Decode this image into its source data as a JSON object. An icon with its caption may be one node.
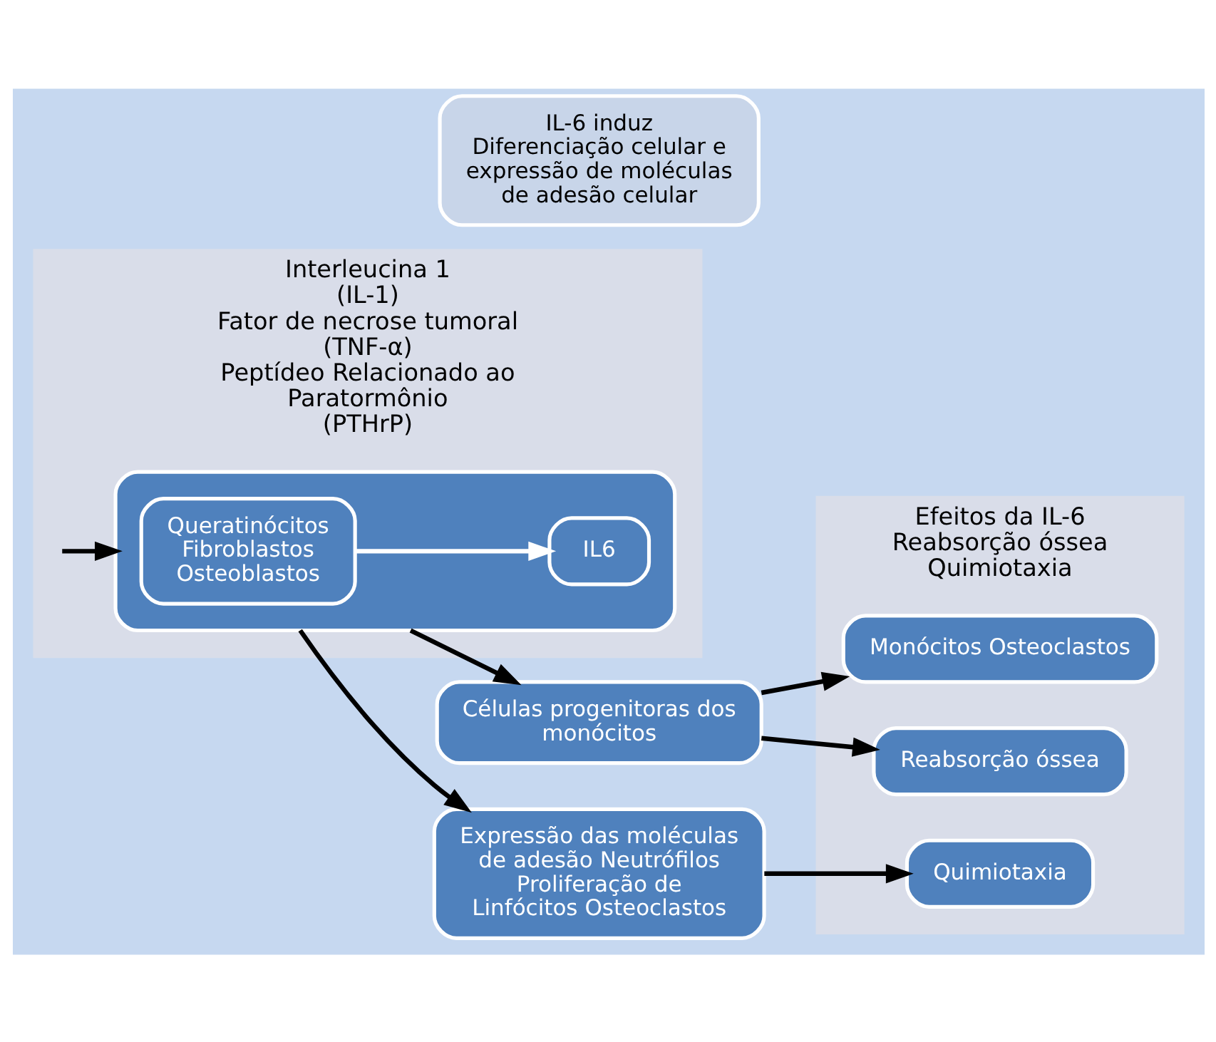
{
  "diagram": {
    "nodes": [
      {
        "text": [
          "Interleucina 1",
          "(IL-1)",
          "Fator de necrose tumoral",
          "(TNF-α)",
          "Peptídeo Relacionado ao Paratormônio",
          "(PTHrP)"
        ]
      },
      {
        "text": [],
        "shape": "box",
        "in": 0
      },
      {
        "text": [
          "Queratinócitos Fibroblastos Osteoblastos"
        ],
        "in": 1
      },
      {
        "text": [
          "IL6"
        ],
        "in": 1
      },
      {
        "text": [
          "IL-6 induz",
          "Diferenciação celular e expressão de moléculas de adesão celular"
        ]
      },
      {
        "text": [
          "Células progenitoras dos monócitos"
        ]
      },
      {
        "text": [
          "Expressão das moléculas de adesão Neutrófilos Proliferação de Linfócitos Osteoclastos"
        ]
      },
      {
        "text": [
          "Efeitos da IL-6",
          "Reabsorção óssea",
          "Quimiotaxia"
        ]
      },
      {
        "text": [
          "Monócitos Osteoclastos"
        ],
        "in": 7
      },
      {
        "text": [
          "Reabsorção óssea"
        ],
        "in": 7
      },
      {
        "text": [
          "Quimiotaxia"
        ],
        "in": 7
      }
    ],
    "edges": [
      {
        "from": null,
        "to": 1,
        "arrow": "to"
      },
      {
        "from": 2,
        "to": 3,
        "arrow": "to",
        "color": "#ffffff"
      },
      {
        "from": 1,
        "to": 5,
        "arrow": "to"
      },
      {
        "from": 1,
        "to": 6,
        "arrow": "to"
      },
      {
        "from": 5,
        "to": 8,
        "arrow": "to"
      },
      {
        "from": 5,
        "to": 9,
        "arrow": "to"
      },
      {
        "from": 6,
        "to": 10,
        "arrow": "to"
      }
    ]
  }
}
